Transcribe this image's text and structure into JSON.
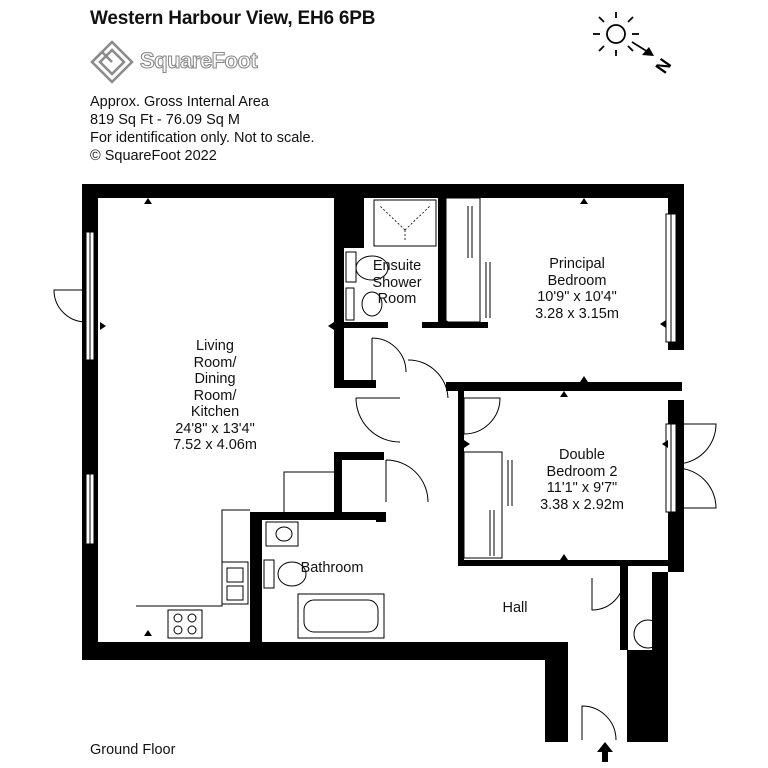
{
  "header": {
    "title": "Western Harbour View, EH6 6PB",
    "brand": "SquareFoot"
  },
  "info": {
    "line1": "Approx. Gross Internal Area",
    "line2": "819 Sq Ft  -  76.09 Sq M",
    "line3": "For identification only. Not to scale.",
    "line4": "© SquareFoot 2022"
  },
  "compass": {
    "label": "N"
  },
  "rooms": {
    "living": {
      "l1": "Living",
      "l2": "Room/",
      "l3": "Dining",
      "l4": "Room/",
      "l5": "Kitchen",
      "l6": "24'8\" x 13'4\"",
      "l7": "7.52 x 4.06m"
    },
    "ensuite": {
      "l1": "Ensuite",
      "l2": "Shower",
      "l3": "Room"
    },
    "principal": {
      "l1": "Principal",
      "l2": "Bedroom",
      "l3": "10'9\" x 10'4\"",
      "l4": "3.28 x 3.15m"
    },
    "double": {
      "l1": "Double",
      "l2": "Bedroom 2",
      "l3": "11'1\" x 9'7\"",
      "l4": "3.38 x 2.92m"
    },
    "bathroom": {
      "l1": "Bathroom"
    },
    "hall": {
      "l1": "Hall"
    }
  },
  "footer": {
    "floor": "Ground Floor"
  },
  "colors": {
    "wall": "#000000",
    "logo": "#8a8a8a"
  }
}
